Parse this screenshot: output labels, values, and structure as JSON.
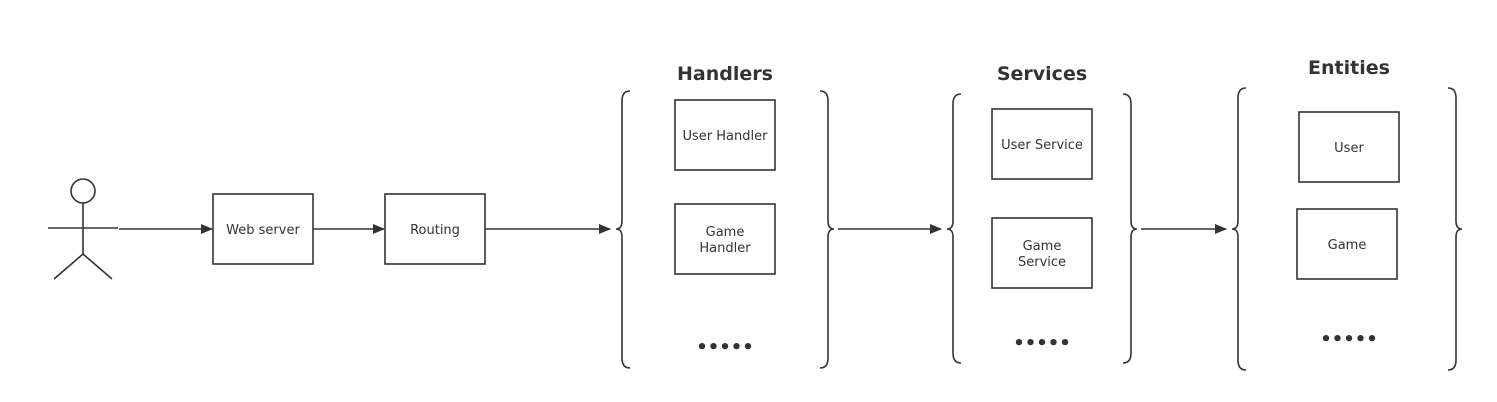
{
  "actor": {
    "icon": "stick-figure-icon"
  },
  "nodes": {
    "web_server": "Web server",
    "routing": "Routing"
  },
  "groups": {
    "handlers": {
      "title": "Handlers",
      "items": [
        [
          "User Handler"
        ],
        [
          "Game",
          "Handler"
        ]
      ],
      "more": "•••••"
    },
    "services": {
      "title": "Services",
      "items": [
        [
          "User Service"
        ],
        [
          "Game",
          "Service"
        ]
      ],
      "more": "•••••"
    },
    "entities": {
      "title": "Entities",
      "items": [
        [
          "User"
        ],
        [
          "Game"
        ]
      ],
      "more": "•••••"
    }
  },
  "colors": {
    "stroke": "#333333",
    "background": "#ffffff"
  }
}
